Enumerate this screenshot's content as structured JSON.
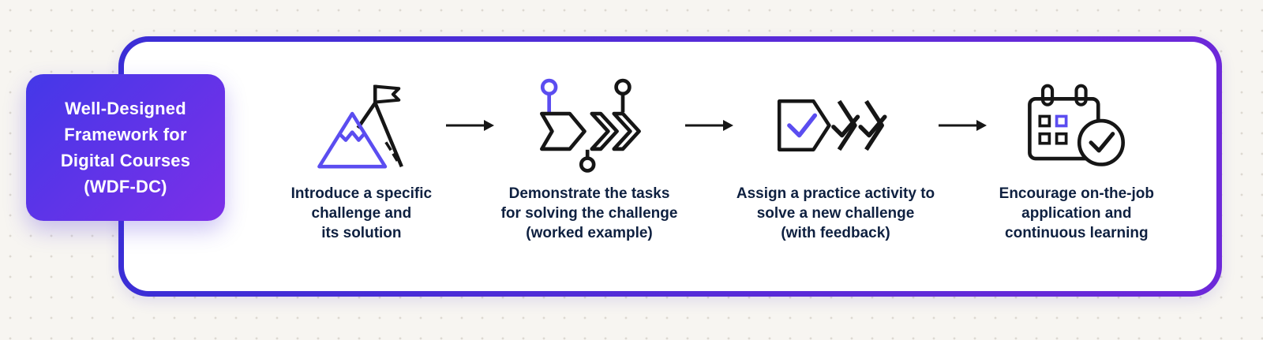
{
  "colors": {
    "accent": "#5b4df0",
    "ink": "#161616",
    "text": "#0e2040",
    "bg": "#f7f5f1",
    "dot": "#ddd9d1",
    "border-a": "#3b2ed6",
    "border-b": "#6d28d9",
    "card-a": "#4438e8",
    "card-b": "#7c2fe8"
  },
  "title_card": {
    "text": "Well-Designed\nFramework for\nDigital Courses\n(WDF-DC)"
  },
  "steps": [
    {
      "icon": "mountain-flag-icon",
      "caption": "Introduce a specific\nchallenge and\nits solution"
    },
    {
      "icon": "process-flow-icon",
      "caption": "Demonstrate the tasks\nfor solving the challenge\n(worked example)"
    },
    {
      "icon": "practice-checks-icon",
      "caption": "Assign a practice activity to\nsolve a new challenge\n(with feedback)"
    },
    {
      "icon": "calendar-check-icon",
      "caption": "Encourage on-the-job\napplication and\ncontinuous learning"
    }
  ]
}
